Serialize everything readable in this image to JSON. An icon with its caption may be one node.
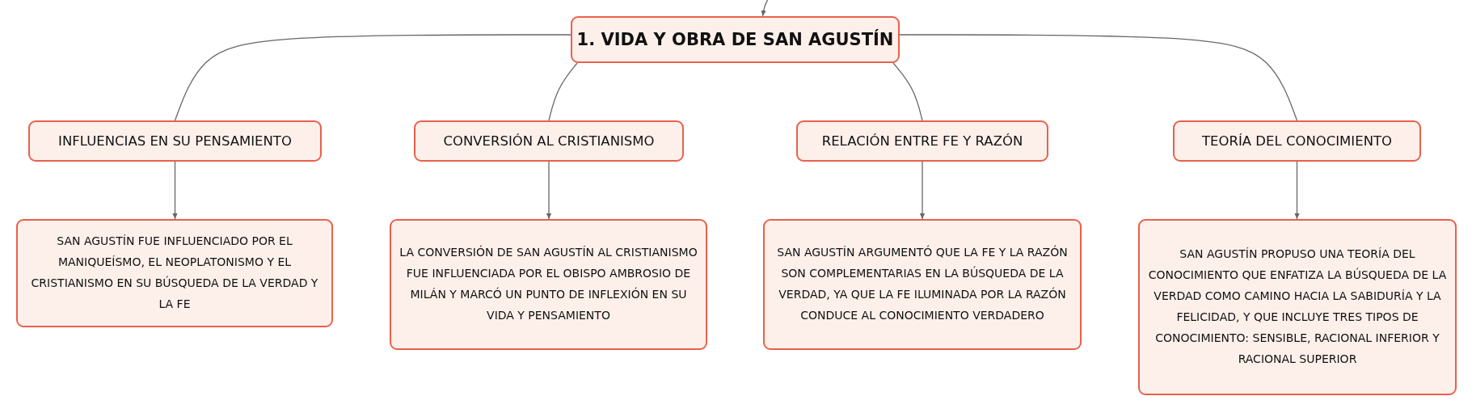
{
  "diagram": {
    "nodes": [
      {
        "text": [
          "1. VIDA Y OBRA DE SAN AGUSTÍN"
        ]
      },
      {
        "text": [
          "INFLUENCIAS EN SU PENSAMIENTO"
        ]
      },
      {
        "text": [
          "CONVERSIÓN AL CRISTIANISMO"
        ]
      },
      {
        "text": [
          "RELACIÓN ENTRE FE Y RAZÓN"
        ]
      },
      {
        "text": [
          "TEORÍA DEL CONOCIMIENTO"
        ]
      },
      {
        "text": [
          "SAN AGUSTÍN FUE INFLUENCIADO POR EL MANIQUEÍSMO, EL NEOPLATONISMO Y EL CRISTIANISMO EN SU BÚSQUEDA DE LA VERDAD Y LA FE"
        ]
      },
      {
        "text": [
          "LA CONVERSIÓN DE SAN AGUSTÍN AL CRISTIANISMO FUE INFLUENCIADA POR EL OBISPO AMBROSIO DE MILÁN Y MARCÓ UN PUNTO DE INFLEXIÓN EN SU VIDA Y PENSAMIENTO"
        ]
      },
      {
        "text": [
          "SAN AGUSTÍN ARGUMENTÓ QUE LA FE Y LA RAZÓN SON COMPLEMENTARIAS EN LA BÚSQUEDA DE LA VERDAD, YA QUE LA FE ILUMINADA POR LA RAZÓN CONDUCE AL CONOCIMIENTO VERDADERO"
        ]
      },
      {
        "text": [
          "SAN AGUSTÍN PROPUSO UNA TEORÍA DEL CONOCIMIENTO QUE ENFATIZA LA BÚSQUEDA DE LA VERDAD COMO CAMINO HACIA LA SABIDURÍA Y LA FELICIDAD, Y QUE INCLUYE TRES TIPOS DE CONOCIMIENTO: SENSIBLE, RACIONAL INFERIOR Y RACIONAL SUPERIOR"
        ]
      }
    ],
    "edges": [
      {
        "from": null,
        "to": 0,
        "arrow": "to"
      },
      {
        "from": 0,
        "to": 1,
        "arrow": "none"
      },
      {
        "from": 0,
        "to": 2,
        "arrow": "none"
      },
      {
        "from": 0,
        "to": 3,
        "arrow": "none"
      },
      {
        "from": 0,
        "to": 4,
        "arrow": "none"
      },
      {
        "from": 1,
        "to": 5,
        "arrow": "to"
      },
      {
        "from": 2,
        "to": 6,
        "arrow": "to"
      },
      {
        "from": 3,
        "to": 7,
        "arrow": "to"
      },
      {
        "from": 4,
        "to": 8,
        "arrow": "to"
      }
    ]
  }
}
